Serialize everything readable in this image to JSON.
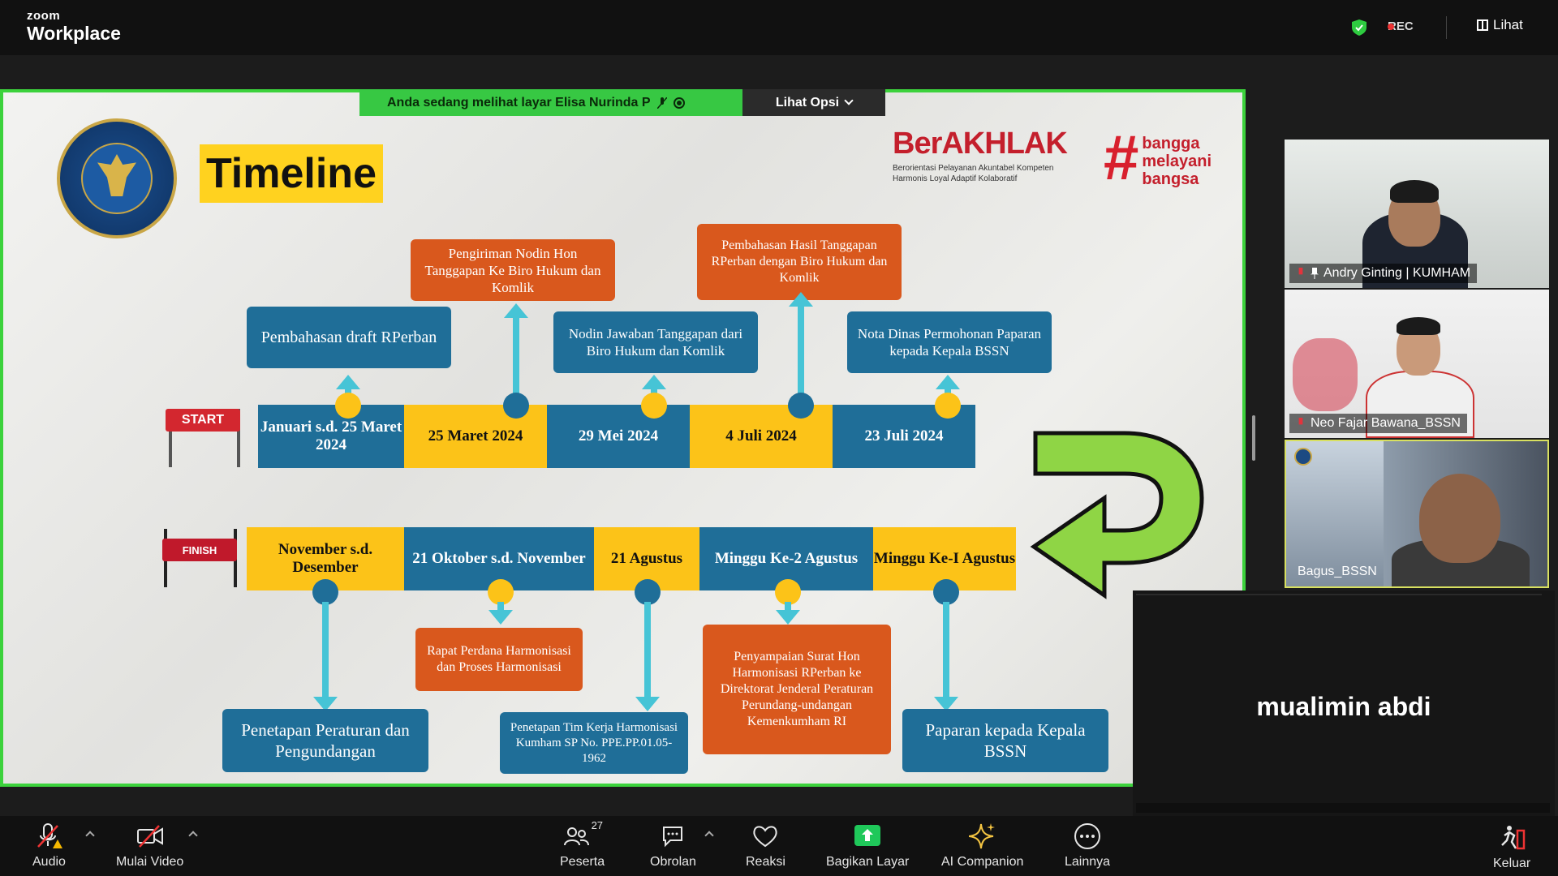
{
  "app": {
    "logo_small": "zoom",
    "logo_big": "Workplace"
  },
  "topbar": {
    "rec_label": "REC",
    "view_label": "Lihat"
  },
  "share_banner": {
    "text": "Anda sedang melihat layar  Elisa Nurinda P",
    "options_label": "Lihat Opsi"
  },
  "slide": {
    "title": "Timeline",
    "brand_word": "BerAKHLAK",
    "brand_tagline_1": "Berorientasi Pelayanan Akuntabel Kompeten",
    "brand_tagline_2": "Harmonis Loyal Adaptif Kolaboratif",
    "hashtag": "#",
    "hashtag_text_1": "bangga",
    "hashtag_text_2": "melayani",
    "hashtag_text_3": "bangsa",
    "start_label": "START",
    "finish_label": "FINISH",
    "top_row": [
      {
        "date": "Januari s.d. 25 Maret 2024",
        "color": "blue"
      },
      {
        "date": "25 Maret 2024",
        "color": "yellow"
      },
      {
        "date": "29 Mei 2024",
        "color": "blue"
      },
      {
        "date": "4 Juli 2024",
        "color": "yellow"
      },
      {
        "date": "23 Juli 2024",
        "color": "blue"
      }
    ],
    "top_events": [
      "Pembahasan draft RPerban",
      "Pengiriman Nodin Hon Tanggapan Ke Biro Hukum dan Komlik",
      "Nodin Jawaban Tanggapan dari Biro Hukum dan Komlik",
      "Pembahasan Hasil Tanggapan RPerban dengan Biro Hukum dan Komlik",
      "Nota Dinas Permohonan Paparan kepada Kepala BSSN"
    ],
    "bottom_row": [
      {
        "date": "November s.d. Desember",
        "color": "yellow"
      },
      {
        "date": "21 Oktober s.d. November",
        "color": "blue"
      },
      {
        "date": "21 Agustus",
        "color": "yellow"
      },
      {
        "date": "Minggu Ke-2 Agustus",
        "color": "blue"
      },
      {
        "date": "Minggu Ke-I Agustus",
        "color": "yellow"
      }
    ],
    "bottom_events": [
      "Penetapan Peraturan dan Pengundangan",
      "Rapat Perdana Harmonisasi dan Proses Harmonisasi",
      "Penetapan Tim Kerja Harmonisasi Kumham SP No. PPE.PP.01.05-1962",
      "Penyampaian Surat Hon Harmonisasi RPerban ke Direktorat Jenderal Peraturan Perundang-undangan Kemenkumham RI",
      "Paparan kepada Kepala BSSN"
    ]
  },
  "participants": [
    {
      "name": "Andry Ginting | KUMHAM"
    },
    {
      "name": "Neo Fajar Bawana_BSSN"
    },
    {
      "name": "Bagus_BSSN"
    }
  ],
  "self_view": {
    "name": "mualimin abdi"
  },
  "toolbar": {
    "audio": "Audio",
    "video": "Mulai Video",
    "participants": "Peserta",
    "participants_count": "27",
    "chat": "Obrolan",
    "reactions": "Reaksi",
    "share": "Bagikan Layar",
    "ai": "AI Companion",
    "more": "Lainnya",
    "leave": "Keluar"
  },
  "colors": {
    "share_border": "#3cd23c",
    "timeline_blue": "#1f6e98",
    "timeline_yellow": "#fcc318",
    "timeline_orange": "#d9581d",
    "stem": "#46c4d6"
  }
}
